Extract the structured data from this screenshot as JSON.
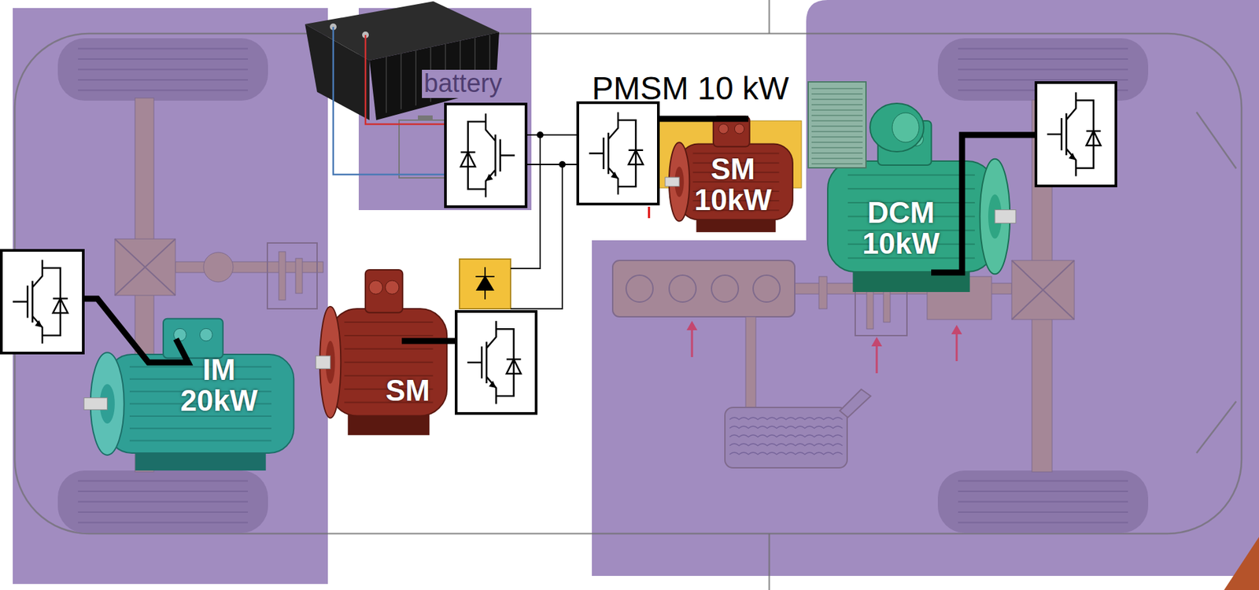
{
  "diagram": {
    "nodes": [
      {
        "text": [
          "SM 10kW"
        ]
      },
      {
        "text": [
          "DCM 10kW"
        ]
      },
      {
        "text": [
          "IM 20kW"
        ]
      },
      {
        "text": [
          "SM"
        ]
      }
    ],
    "labels": [
      "battery",
      "PMSM 10 kW"
    ]
  }
}
